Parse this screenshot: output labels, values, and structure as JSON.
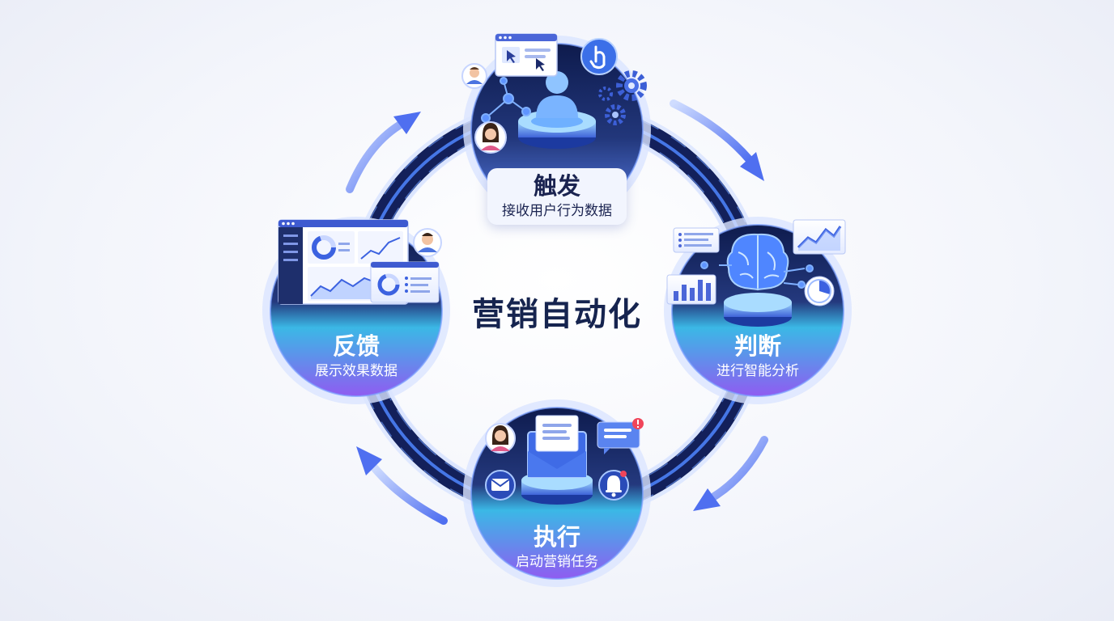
{
  "title": "营销自动化",
  "colors": {
    "ring_dark": "#13205a",
    "ring_glow": "#4f86ff",
    "node_top": "#1b2f6e",
    "node_bottom_teal": "#3bc9e8",
    "node_bottom_violet": "#8c5cf0",
    "arrow": "#5677f0",
    "title": "#16244f"
  },
  "nodes": [
    {
      "id": "trigger",
      "title": "触发",
      "subtitle": "接收用户行为数据",
      "icons": [
        "browser-window-icon",
        "cursor-icon",
        "touch-hand-icon",
        "gear-icon",
        "user-avatar-icon",
        "platform-icon"
      ]
    },
    {
      "id": "judge",
      "title": "判断",
      "subtitle": "进行智能分析",
      "icons": [
        "brain-icon",
        "list-card-icon",
        "line-chart-icon",
        "bar-chart-icon",
        "pie-chart-icon",
        "platform-icon"
      ]
    },
    {
      "id": "execute",
      "title": "执行",
      "subtitle": "启动营销任务",
      "icons": [
        "envelope-icon",
        "chat-bubble-icon",
        "mail-icon",
        "bell-icon",
        "user-avatar-icon",
        "platform-icon"
      ]
    },
    {
      "id": "feedback",
      "title": "反馈",
      "subtitle": "展示效果数据",
      "icons": [
        "dashboard-icon",
        "donut-chart-icon",
        "area-chart-icon",
        "user-avatar-icon",
        "platform-icon"
      ]
    }
  ],
  "flow_direction": "clockwise"
}
